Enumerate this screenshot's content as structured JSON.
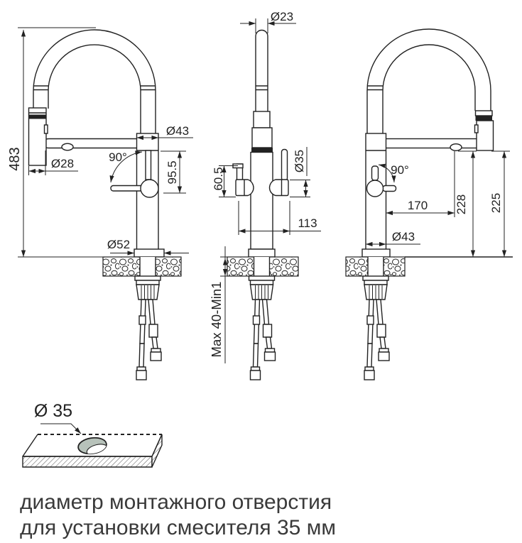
{
  "views": {
    "left": {
      "dims": {
        "height": "483",
        "spout_diameter": "Ø43",
        "angle": "90°",
        "handle_height": "95.5",
        "sprayer_diameter": "Ø28",
        "base_diameter": "Ø52"
      }
    },
    "front": {
      "dims": {
        "tube_diameter": "Ø23",
        "handle_offset": "60.5",
        "handle_diameter": "Ø35",
        "handles_span": "113",
        "deck_thickness": "Max 40-Min1"
      }
    },
    "right": {
      "dims": {
        "angle": "90°",
        "reach": "170",
        "spout_height": "228",
        "outlet_height": "225",
        "body_diameter": "Ø43"
      }
    }
  },
  "mounting": {
    "hole_label": "Ø 35"
  },
  "caption": {
    "line1": "диаметр монтажного отверстия",
    "line2": "для установки смесителя 35 мм"
  },
  "colors": {
    "line": "#222222",
    "hole_fill": "#b7c2ba",
    "caption_text": "#3a3a3a"
  }
}
